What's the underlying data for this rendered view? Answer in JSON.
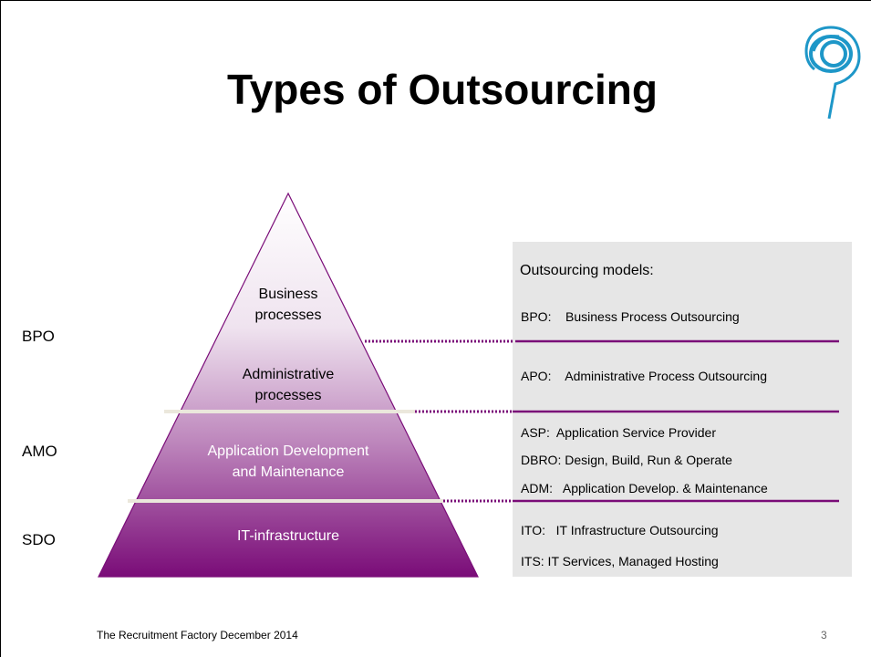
{
  "title": "Types of Outsourcing",
  "logo_icon": "head-profile-logo",
  "pyramid": {
    "colors": {
      "top": "#ffffff",
      "bottom": "#7a0c78",
      "divider": "#ebe8dc"
    },
    "tiers": [
      {
        "line1": "Business",
        "line2": "processes"
      },
      {
        "line1": "Administrative",
        "line2": "processes"
      },
      {
        "line1": "Application Development",
        "line2": "and Maintenance"
      },
      {
        "line1": "IT-infrastructure"
      }
    ]
  },
  "side_labels": [
    "BPO",
    "AMO",
    "SDO"
  ],
  "models_panel": {
    "heading": "Outsourcing models:",
    "bpo": "BPO:    Business Process Outsourcing",
    "apo": "APO:    Administrative Process Outsourcing",
    "asp": "ASP:  Application Service Provider",
    "dbro": "DBRO: Design, Build, Run & Operate",
    "adm": "ADM:   Application Develop. & Maintenance",
    "ito": "ITO:   IT Infrastructure Outsourcing",
    "its": "ITS: IT Services, Managed Hosting",
    "line_color": "#7a0c78",
    "background": "#e6e6e6"
  },
  "footer": {
    "text": "The Recruitment Factory December 2014",
    "page": "3"
  }
}
